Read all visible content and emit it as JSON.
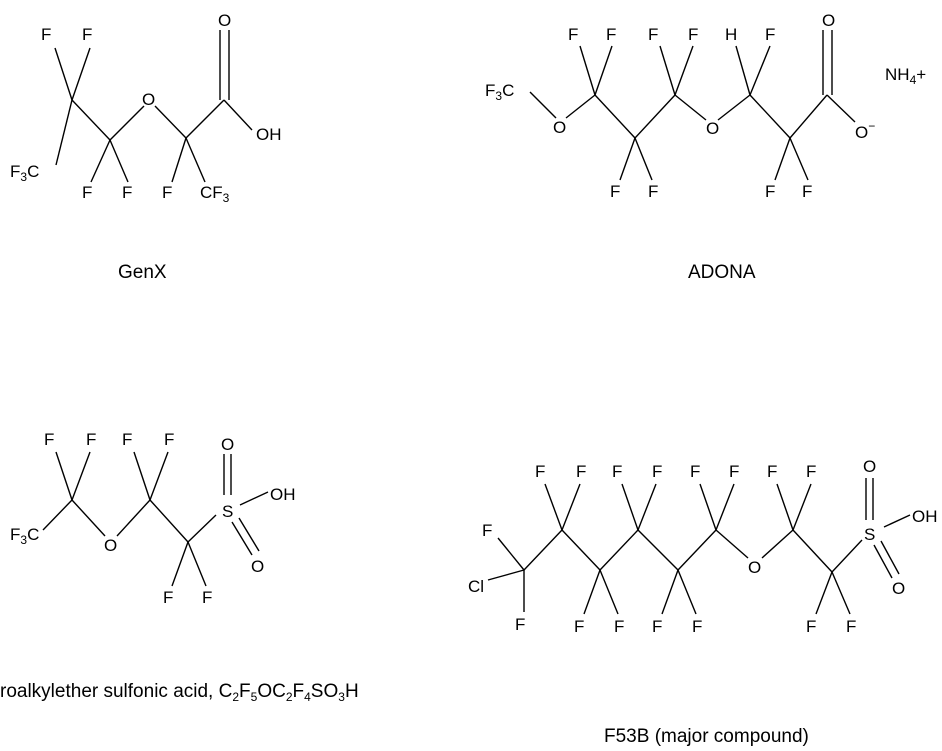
{
  "molecules": [
    {
      "id": "genx",
      "caption": "GenX",
      "labels": {
        "f1": "F",
        "f2": "F",
        "f3": "F",
        "f4": "F",
        "f5": "F",
        "o_ether": "O",
        "o_carbonyl": "O",
        "cf3_left": "F3C",
        "cf3_right": "CF3",
        "oh": "OH"
      }
    },
    {
      "id": "adona",
      "caption": "ADONA",
      "labels": {
        "f1": "F",
        "f2": "F",
        "f3": "F",
        "f4": "F",
        "h": "H",
        "f5": "F",
        "f6": "F",
        "f7": "F",
        "f8": "F",
        "f9": "F",
        "o1": "O",
        "o2": "O",
        "o_carbonyl": "O",
        "o_minus": "O",
        "cf3": "F3C",
        "counterion": "NH4+"
      }
    },
    {
      "id": "pfes",
      "caption": "roalkylether sulfonic acid, C2F5OC2F4SO3H",
      "labels": {
        "f1": "F",
        "f2": "F",
        "f3": "F",
        "f4": "F",
        "f5": "F",
        "f6": "F",
        "o_ether": "O",
        "o_top": "O",
        "o_bottom": "O",
        "s": "S",
        "oh": "OH",
        "cf3": "F3C"
      }
    },
    {
      "id": "f53b",
      "caption": "F53B (major compound)",
      "labels": {
        "cl": "Cl",
        "o_ether": "O",
        "s": "S",
        "oh": "OH",
        "o_top": "O",
        "o_bottom": "O",
        "f": "F"
      }
    }
  ]
}
